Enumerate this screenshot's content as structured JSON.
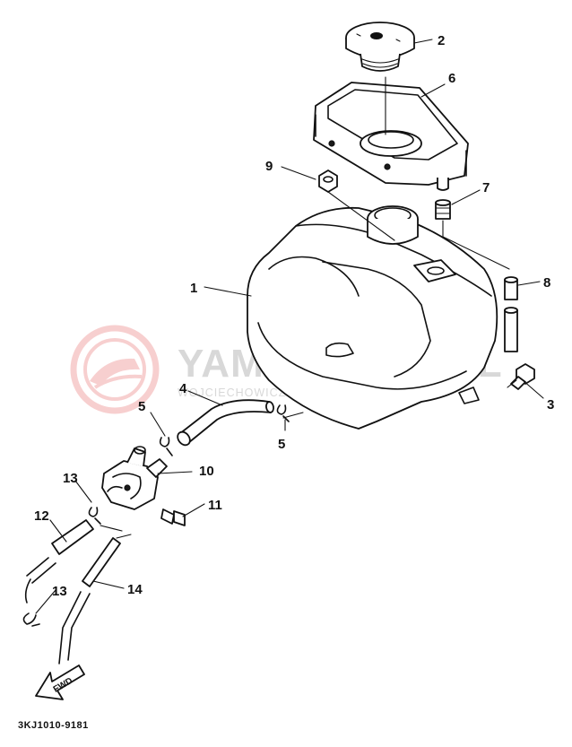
{
  "diagram": {
    "drawing_code": "3KJ1010-9181",
    "direction_marker": "FWD",
    "watermark": {
      "main": "YAMA-SKLEP.PL",
      "sub": "WOJCIECHOWICZ - DEALER YAMAHA"
    },
    "callouts": [
      {
        "id": "c1",
        "label": "1"
      },
      {
        "id": "c2",
        "label": "2"
      },
      {
        "id": "c3",
        "label": "3"
      },
      {
        "id": "c4",
        "label": "4"
      },
      {
        "id": "c5a",
        "label": "5"
      },
      {
        "id": "c5b",
        "label": "5"
      },
      {
        "id": "c6",
        "label": "6"
      },
      {
        "id": "c7",
        "label": "7"
      },
      {
        "id": "c8",
        "label": "8"
      },
      {
        "id": "c9",
        "label": "9"
      },
      {
        "id": "c10",
        "label": "10"
      },
      {
        "id": "c11",
        "label": "11"
      },
      {
        "id": "c12",
        "label": "12"
      },
      {
        "id": "c13a",
        "label": "13"
      },
      {
        "id": "c13b",
        "label": "13"
      },
      {
        "id": "c14",
        "label": "14"
      }
    ]
  }
}
